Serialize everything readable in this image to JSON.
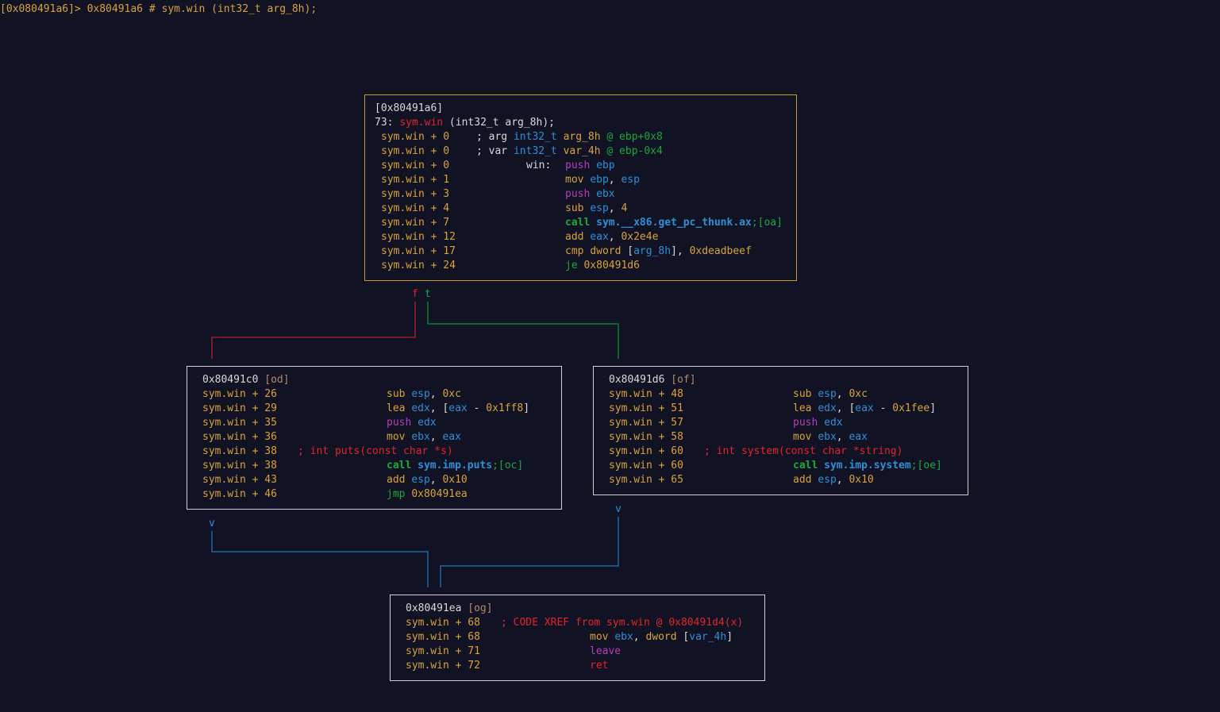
{
  "prompt": "[0x080491a6]> 0x80491a6 # sym.win (int32_t arg_8h);",
  "nodes": {
    "entry": {
      "header": "[0x80491a6]",
      "signature_size": "73:",
      "signature_name": "sym.win",
      "signature_args": " (int32_t arg_8h);",
      "lines": [
        {
          "addr": "sym.win + 0",
          "comment": "; arg",
          "type": "int32_t",
          "name": "arg_8h",
          "at": "@ ebp+0x8"
        },
        {
          "addr": "sym.win + 0",
          "comment": "; var",
          "type": "int32_t",
          "name": "var_4h",
          "at": "@ ebp-0x4"
        },
        {
          "addr": "sym.win + 0",
          "label": "win:",
          "mnem": "push",
          "op1": "ebp"
        },
        {
          "addr": "sym.win + 1",
          "mnem": "mov",
          "op1": "ebp",
          "sep": ", ",
          "op2": "esp"
        },
        {
          "addr": "sym.win + 3",
          "mnem": "push",
          "op1": "ebx"
        },
        {
          "addr": "sym.win + 4",
          "mnem": "sub",
          "op1": "esp",
          "sep": ", ",
          "op2": "4"
        },
        {
          "addr": "sym.win + 7",
          "mnem": "call",
          "target": "sym.__x86.get_pc_thunk.ax",
          "ref": ";[oa]"
        },
        {
          "addr": "sym.win + 12",
          "mnem": "add",
          "op1": "eax",
          "sep": ", ",
          "op2": "0x2e4e"
        },
        {
          "addr": "sym.win + 17",
          "mnem": "cmp",
          "op1": "dword",
          "open": " [",
          "var": "arg_8h",
          "close": "], ",
          "imm": "0xdeadbeef"
        },
        {
          "addr": "sym.win + 24",
          "mnem": "je",
          "imm": "0x80491d6"
        }
      ]
    },
    "left": {
      "header": "0x80491c0",
      "ref": "[od]",
      "lines": [
        {
          "addr": "sym.win + 26",
          "mnem": "sub",
          "op1": "esp",
          "sep": ", ",
          "op2": "0xc"
        },
        {
          "addr": "sym.win + 29",
          "mnem": "lea",
          "op1": "edx",
          "sep": ", [",
          "reg": "eax",
          "minus": " - ",
          "imm": "0x1ff8",
          "close": "]"
        },
        {
          "addr": "sym.win + 35",
          "mnem": "push",
          "op1": "edx"
        },
        {
          "addr": "sym.win + 36",
          "mnem": "mov",
          "op1": "ebx",
          "sep": ", ",
          "op2": "eax"
        },
        {
          "addr": "sym.win + 38",
          "comment": "; int puts(const char *s)"
        },
        {
          "addr": "sym.win + 38",
          "mnem": "call",
          "target": "sym.imp.puts",
          "ref": ";[oc]"
        },
        {
          "addr": "sym.win + 43",
          "mnem": "add",
          "op1": "esp",
          "sep": ", ",
          "op2": "0x10"
        },
        {
          "addr": "sym.win + 46",
          "mnem": "jmp",
          "imm": "0x80491ea"
        }
      ]
    },
    "right": {
      "header": "0x80491d6",
      "ref": "[of]",
      "lines": [
        {
          "addr": "sym.win + 48",
          "mnem": "sub",
          "op1": "esp",
          "sep": ", ",
          "op2": "0xc"
        },
        {
          "addr": "sym.win + 51",
          "mnem": "lea",
          "op1": "edx",
          "sep": ", [",
          "reg": "eax",
          "minus": " - ",
          "imm": "0x1fee",
          "close": "]"
        },
        {
          "addr": "sym.win + 57",
          "mnem": "push",
          "op1": "edx"
        },
        {
          "addr": "sym.win + 58",
          "mnem": "mov",
          "op1": "ebx",
          "sep": ", ",
          "op2": "eax"
        },
        {
          "addr": "sym.win + 60",
          "comment": "; int system(const char *string)"
        },
        {
          "addr": "sym.win + 60",
          "mnem": "call",
          "target": "sym.imp.system",
          "ref": ";[oe]"
        },
        {
          "addr": "sym.win + 65",
          "mnem": "add",
          "op1": "esp",
          "sep": ", ",
          "op2": "0x10"
        }
      ]
    },
    "bottom": {
      "header": "0x80491ea",
      "ref": "[og]",
      "lines": [
        {
          "addr": "sym.win + 68",
          "comment": "; CODE XREF from sym.win @ 0x80491d4(x)"
        },
        {
          "addr": "sym.win + 68",
          "mnem": "mov",
          "op1": "ebx",
          "sep": ", ",
          "op2": "dword",
          "open": " [",
          "var": "var_4h",
          "close": "]"
        },
        {
          "addr": "sym.win + 71",
          "mnem": "leave"
        },
        {
          "addr": "sym.win + 72",
          "mnem": "ret"
        }
      ]
    }
  },
  "edges": {
    "false_label": "f",
    "true_label": "t",
    "left_down_label": "v",
    "right_down_label": "v"
  },
  "colors": {
    "background": "#111324",
    "address": "#d9a33a",
    "false_edge": "#e0242e",
    "true_edge": "#18a83a",
    "jump_edge": "#2f8fd6",
    "selected_border": "#c99a2e"
  }
}
